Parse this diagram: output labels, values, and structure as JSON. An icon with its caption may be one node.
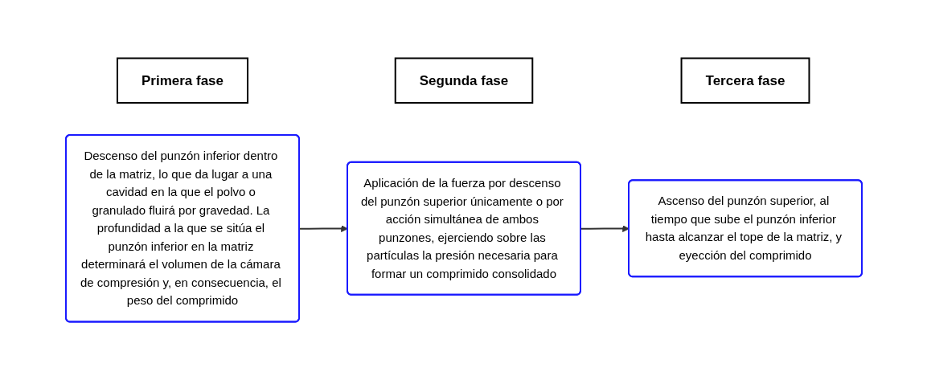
{
  "diagram": {
    "nodes": [
      {
        "text": [
          "Primera fase"
        ]
      },
      {
        "text": [
          "Segunda fase"
        ]
      },
      {
        "text": [
          "Tercera fase"
        ]
      },
      {
        "text": [
          "Descenso del punzón inferior dentro de la matriz, lo que da lugar a una cavidad en la que el polvo o granulado fluirá por gravedad. La profundidad a la que se sitúa el punzón inferior en la matriz determinará el volumen de la cámara de compresión y, en consecuencia, el peso del comprimido"
        ]
      },
      {
        "text": [
          "Aplicación de la fuerza por descenso del punzón superior únicamente o por acción simultánea de ambos punzones, ejerciendo sobre las partículas la presión necesaria para formar un comprimido consolidado"
        ]
      },
      {
        "text": [
          "Ascenso del punzón superior, al tiempo que sube el punzón inferior hasta alcanzar el tope de la matriz, y eyección del comprimido"
        ]
      }
    ],
    "edges": [
      {
        "from": 3,
        "to": 4,
        "arrow": "to"
      },
      {
        "from": 4,
        "to": 5,
        "arrow": "to"
      }
    ]
  }
}
